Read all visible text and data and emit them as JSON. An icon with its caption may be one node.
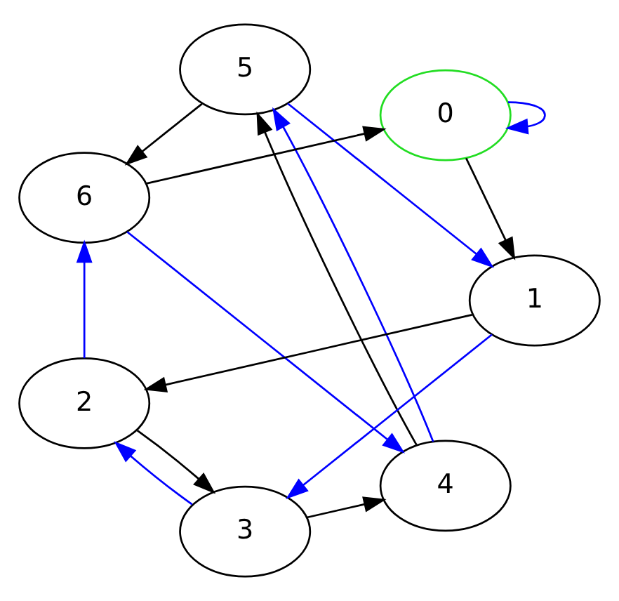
{
  "diagram": {
    "nodes": [
      {
        "text": [
          "4"
        ]
      },
      {
        "text": [
          "3"
        ]
      },
      {
        "text": [
          "5"
        ]
      },
      {
        "text": [
          "2"
        ]
      },
      {
        "text": [
          "6"
        ]
      },
      {
        "text": [
          "1"
        ]
      },
      {
        "text": [
          "0"
        ]
      }
    ],
    "edges": [
      {
        "from": 6,
        "to": 6,
        "arrow": "to",
        "color": "#0000ff"
      },
      {
        "from": 6,
        "to": 5,
        "arrow": "to",
        "color": "#000000"
      },
      {
        "from": 5,
        "to": 3,
        "arrow": "to",
        "color": "#000000"
      },
      {
        "from": 5,
        "to": 1,
        "arrow": "to",
        "color": "#0000ff"
      },
      {
        "from": 3,
        "to": 1,
        "arrow": "to",
        "color": "#000000"
      },
      {
        "from": 3,
        "to": 4,
        "arrow": "to",
        "color": "#0000ff"
      },
      {
        "from": 1,
        "to": 0,
        "arrow": "to",
        "color": "#000000"
      },
      {
        "from": 1,
        "to": 3,
        "arrow": "to",
        "color": "#0000ff"
      },
      {
        "from": 0,
        "to": 2,
        "arrow": "to",
        "color": "#000000"
      },
      {
        "from": 0,
        "to": 2,
        "arrow": "to",
        "color": "#0000ff"
      },
      {
        "from": 2,
        "to": 4,
        "arrow": "to",
        "color": "#000000"
      },
      {
        "from": 2,
        "to": 5,
        "arrow": "to",
        "color": "#0000ff"
      },
      {
        "from": 4,
        "to": 6,
        "arrow": "to",
        "color": "#000000"
      },
      {
        "from": 4,
        "to": 0,
        "arrow": "to",
        "color": "#0000ff"
      }
    ]
  }
}
